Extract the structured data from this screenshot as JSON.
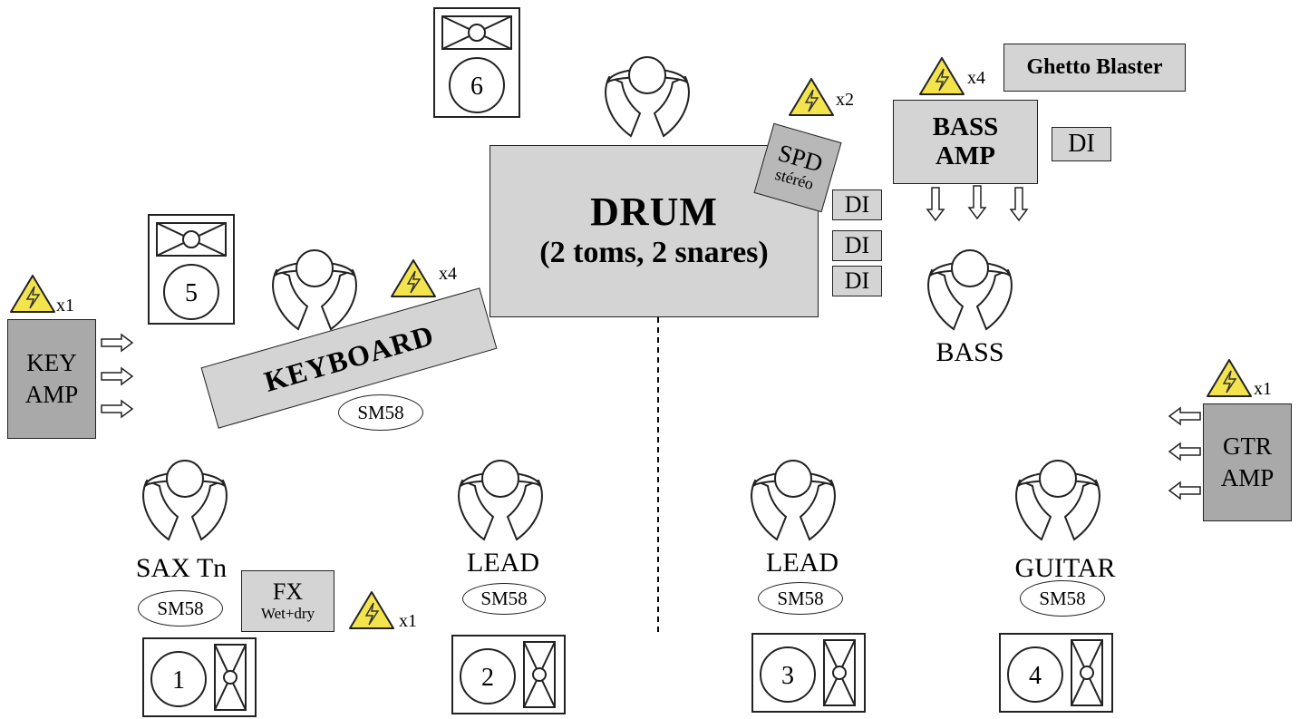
{
  "drum": {
    "title": "DRUM",
    "subtitle": "(2 toms, 2 snares)"
  },
  "spd": {
    "title": "SPD",
    "subtitle": "stéréo"
  },
  "di_label": "DI",
  "bass_amp": {
    "line1": "BASS",
    "line2": "AMP"
  },
  "ghetto_blaster": "Ghetto Blaster",
  "keyboard": "KEYBOARD",
  "key_amp": {
    "line1": "KEY",
    "line2": "AMP"
  },
  "gtr_amp": {
    "line1": "GTR",
    "line2": "AMP"
  },
  "fx": {
    "title": "FX",
    "subtitle": "Wet+dry"
  },
  "mic": "SM58",
  "musicians": {
    "bass": "BASS",
    "sax": "SAX Tn",
    "lead1": "LEAD",
    "lead2": "LEAD",
    "guitar": "GUITAR"
  },
  "wedges": [
    "1",
    "2",
    "3",
    "4",
    "5",
    "6"
  ],
  "power": {
    "drum": "x2",
    "bass": "x4",
    "keyboard": "x4",
    "key_amp": "x1",
    "gtr_amp": "x1",
    "fx": "x1"
  },
  "colors": {
    "box_fill": "#d4d4d4",
    "amp_fill": "#a9a9a9",
    "warning_fill": "#f3e44e"
  }
}
